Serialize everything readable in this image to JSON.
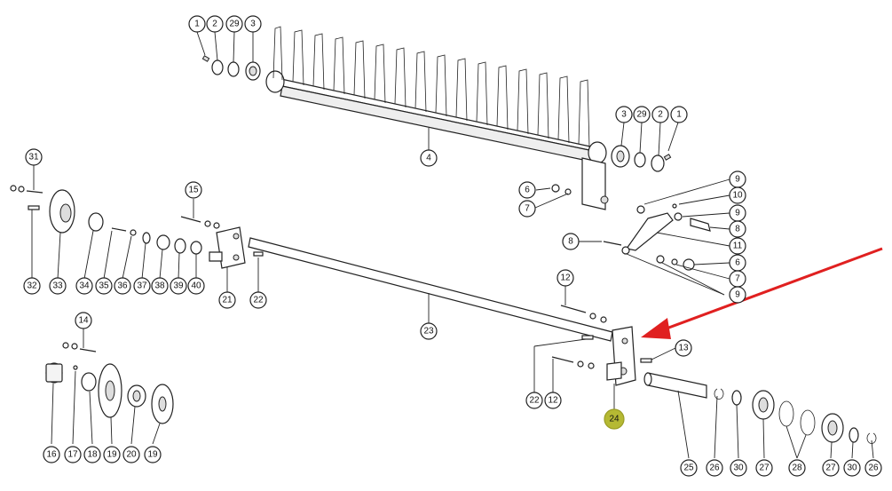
{
  "diagram": {
    "labels": {
      "c1a": "1",
      "c2a": "2",
      "c29a": "29",
      "c3a": "3",
      "c3b": "3",
      "c29b": "29",
      "c2b": "2",
      "c1b": "1",
      "c4": "4",
      "c31": "31",
      "c32": "32",
      "c33": "33",
      "c34": "34",
      "c35": "35",
      "c36": "36",
      "c37": "37",
      "c38": "38",
      "c39": "39",
      "c40": "40",
      "c15": "15",
      "c21": "21",
      "c22a": "22",
      "c23": "23",
      "c6a": "6",
      "c7a": "7",
      "c9a": "9",
      "c10": "10",
      "c9b": "9",
      "c8a": "8",
      "c11": "11",
      "c8b": "8",
      "c6b": "6",
      "c7b": "7",
      "c9c": "9",
      "c12a": "12",
      "c14": "14",
      "c13": "13",
      "c22b": "22",
      "c12b": "12",
      "c24": "24",
      "c16": "16",
      "c17": "17",
      "c18": "18",
      "c19a": "19",
      "c20": "20",
      "c19b": "19",
      "c25": "25",
      "c26a": "26",
      "c30a": "30",
      "c27a": "27",
      "c28": "28",
      "c27b": "27",
      "c30b": "30",
      "c26b": "26"
    },
    "highlight_color": "#b5b933",
    "arrow_color": "#e02020"
  }
}
